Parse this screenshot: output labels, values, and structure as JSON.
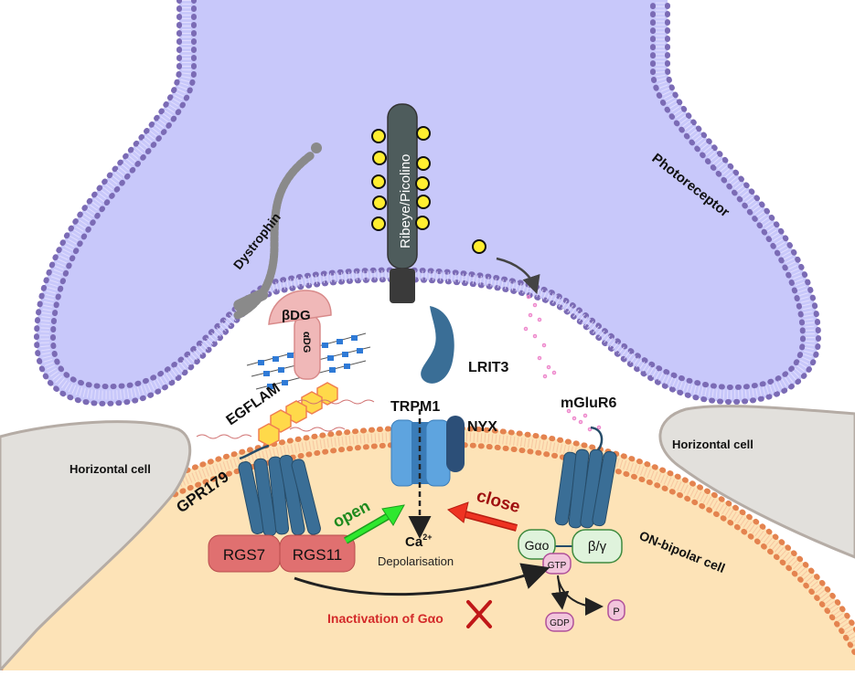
{
  "figure": {
    "title": "Photoreceptor to ON-bipolar cell synapse",
    "colors": {
      "photoreceptor_fill": "#c8c8fa",
      "photoreceptor_membrane": "#7b6bb5",
      "bipolar_fill": "#fde3b7",
      "bipolar_membrane": "#e4834f",
      "horizontal_fill": "#e2e0dc",
      "horizontal_outline": "#b5aca5",
      "receptor_blue": "#3a6e96",
      "trpm1_blue": "#5ea4df",
      "nyx_blue": "#2c4f78",
      "rgs_red": "#e07070",
      "g_protein_green": "#dff3dc",
      "gtp_pink": "#f2c5dc",
      "open_arrow": "#2ee82e",
      "close_arrow": "#ee3322",
      "inactivation_red": "#d32a2a",
      "egflam_yellow": "#ffd94a",
      "vesicle_yellow": "#ffee30",
      "glutamate_pink": "#ee88cc",
      "ribeye_dark": "#4e5c5c",
      "dystrophin_gray": "#8a8a8a"
    }
  },
  "labels": {
    "photoreceptor": "Photoreceptor",
    "ribeye": "Ribeye/Picolino",
    "dystrophin": "Dystrophin",
    "beta_dg": "βDG",
    "alpha_dg": "αDG",
    "lrit3": "LRIT3",
    "egflam": "EGFLAM",
    "gpr179": "GPR179",
    "trpm1": "TRPM1",
    "nyx": "NYX",
    "mglur6": "mGluR6",
    "horizontal_left": "Horizontal cell",
    "horizontal_right": "Horizontal cell",
    "on_bipolar": "ON-bipolar cell",
    "rgs7": "RGS7",
    "rgs11": "RGS11",
    "open": "open",
    "close": "close",
    "ca": "Ca",
    "ca_sup": "2+",
    "depolarisation": "Depolarisation",
    "g_alpha_o": "Gαo",
    "beta_gamma": "β/γ",
    "gtp": "GTP",
    "gdp": "GDP",
    "phosphate": "P",
    "inactivation": "Inactivation of Gαo"
  }
}
